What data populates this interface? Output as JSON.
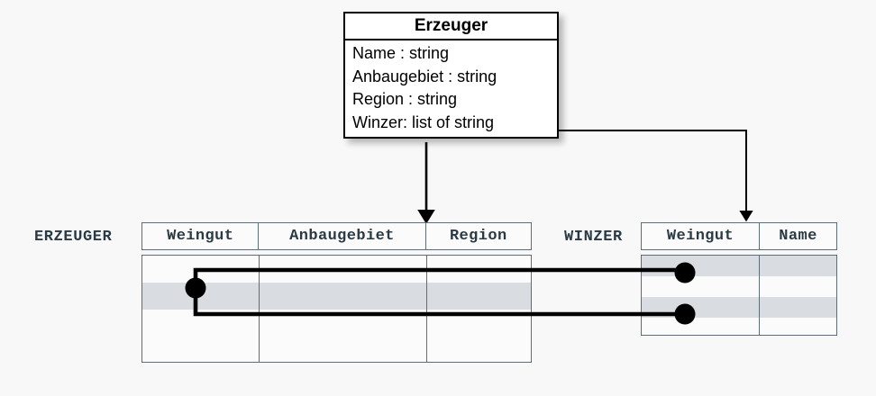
{
  "diagram": {
    "title_class": "Erzeuger",
    "uml": {
      "name": "Erzeuger",
      "attributes": [
        "Name : string",
        "Anbaugebiet : string",
        "Region : string",
        "Winzer: list of string"
      ]
    },
    "tables": [
      {
        "name": "ERZEUGER",
        "columns": [
          "Weingut",
          "Anbaugebiet",
          "Region"
        ],
        "row_count": 4,
        "shaded_rows": [
          2
        ]
      },
      {
        "name": "WINZER",
        "columns": [
          "Weingut",
          "Name"
        ],
        "row_count": 4,
        "shaded_rows": [
          1,
          3
        ]
      }
    ],
    "colors": {
      "background": "#f8f8f8",
      "table_border": "#5c6f79",
      "table_fill": "#fbfbfb",
      "row_highlight": "#d9dce1",
      "label_text": "#2a3b45",
      "uml_border": "#000000",
      "connector": "#000000"
    }
  }
}
